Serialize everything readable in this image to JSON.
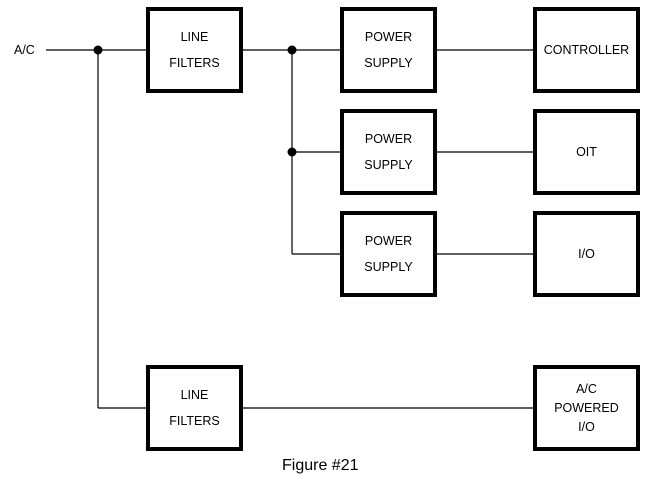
{
  "input_label": "A/C",
  "blocks": {
    "line_filters_1": [
      "LINE",
      "FILTERS"
    ],
    "power_supply_1": [
      "POWER",
      "SUPPLY"
    ],
    "power_supply_2": [
      "POWER",
      "SUPPLY"
    ],
    "power_supply_3": [
      "POWER",
      "SUPPLY"
    ],
    "controller": [
      "CONTROLLER"
    ],
    "oit": [
      "OIT"
    ],
    "io": [
      "I/O"
    ],
    "line_filters_2": [
      "LINE",
      "FILTERS"
    ],
    "ac_powered_io": [
      "A/C",
      "POWERED",
      "I/O"
    ]
  },
  "caption": "Figure #21"
}
